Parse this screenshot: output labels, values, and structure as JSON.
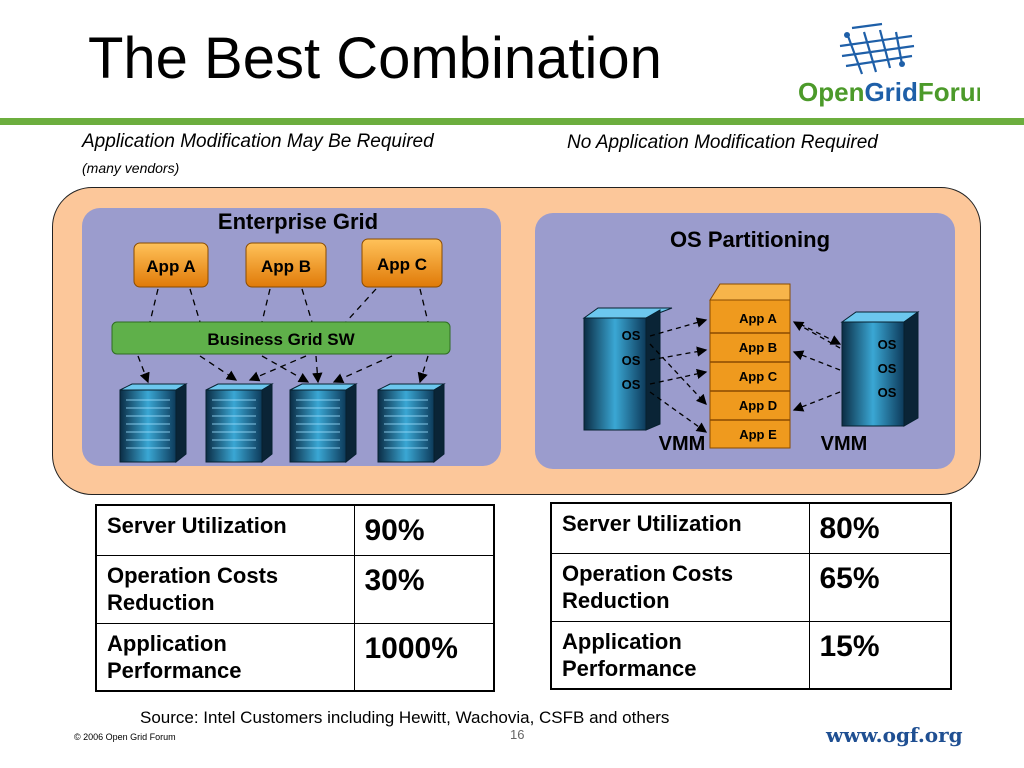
{
  "slide": {
    "title": "The Best Combination",
    "left_heading": "Application Modification May Be Required",
    "left_subheading": "(many vendors)",
    "right_heading": "No Application Modification Required",
    "source": "Source: Intel Customers including Hewitt, Wachovia, CSFB and others",
    "page_number": "16",
    "copyright": "© 2006 Open Grid Forum",
    "website": "www.ogf.org"
  },
  "logo": {
    "text_open": "Open",
    "text_grid": "Grid",
    "text_forum": "Forum",
    "colors": {
      "green": "#4c9a2a",
      "blue": "#1e5fa8"
    }
  },
  "grid_panel": {
    "title": "Enterprise Grid",
    "apps": [
      "App A",
      "App B",
      "App C"
    ],
    "middleware": "Business Grid SW",
    "server_icon": "server-rack-icon"
  },
  "os_panel": {
    "title": "OS Partitioning",
    "apps": [
      "App A",
      "App B",
      "App C",
      "App D",
      "App E"
    ],
    "os_left": [
      "OS",
      "OS",
      "OS"
    ],
    "os_right": [
      "OS",
      "OS",
      "OS"
    ],
    "vmm_left": "VMM",
    "vmm_right": "VMM"
  },
  "colors": {
    "accent_green": "#6cae3e",
    "panel_peach": "#fcc79a",
    "panel_lavender": "#9999cc",
    "app_orange": "#f39a1c",
    "middleware_green": "#5fb04a"
  },
  "tables": {
    "left": {
      "rows": [
        {
          "metric": "Server Utilization",
          "value": "90%"
        },
        {
          "metric": "Operation Costs Reduction",
          "value": "30%"
        },
        {
          "metric": "Application Performance",
          "value": "1000%"
        }
      ]
    },
    "right": {
      "rows": [
        {
          "metric": "Server Utilization",
          "value": "80%"
        },
        {
          "metric": "Operation Costs Reduction",
          "value": "65%"
        },
        {
          "metric": "Application Performance",
          "value": "15%"
        }
      ]
    }
  }
}
